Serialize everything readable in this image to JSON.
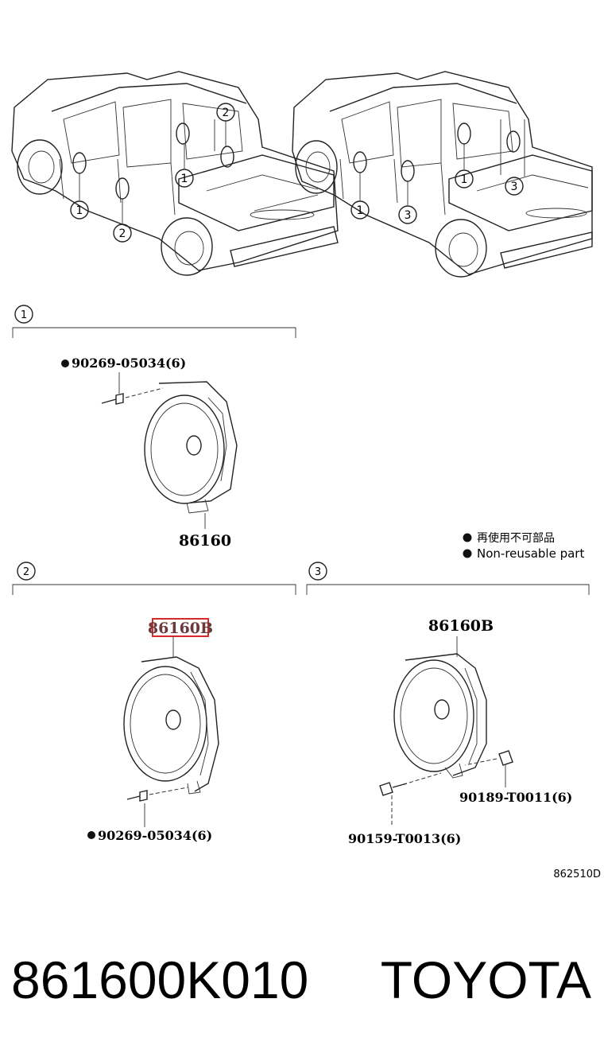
{
  "callouts": {
    "c1": "1",
    "c2": "2",
    "c3": "3"
  },
  "section1": {
    "number": "1",
    "bolt_part": "90269-05034(6)",
    "speaker_part": "86160"
  },
  "section2": {
    "number": "2",
    "speaker_part": "86160B",
    "bolt_part": "90269-05034(6)",
    "highlight_color": "#d62a2a"
  },
  "section3": {
    "number": "3",
    "speaker_part": "86160B",
    "clip_part": "90189-T0011(6)",
    "screw_part": "90159-T0013(6)"
  },
  "legend": {
    "line_jp": "再使用不可部品",
    "line_en": "Non-reusable part"
  },
  "figure_code": "862510D",
  "footer": {
    "part_number": "861600K010",
    "brand": "TOYOTA"
  }
}
